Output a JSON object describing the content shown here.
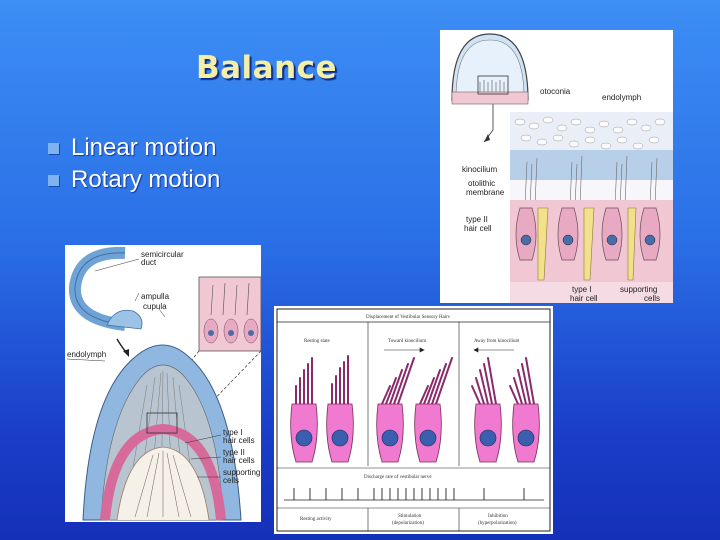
{
  "slide": {
    "title": "Balance",
    "bullets": [
      "Linear motion",
      "Rotary motion"
    ]
  },
  "figure_top_right": {
    "labels": {
      "otoconia": "otoconia",
      "endolymph": "endolymph",
      "kinocilium": "kinocilium",
      "otolithic_membrane_1": "otolithic",
      "otolithic_membrane_2": "membrane",
      "type2_1": "type II",
      "type2_2": "hair cell",
      "type1_1": "type I",
      "type1_2": "hair cell",
      "supporting_1": "supporting",
      "supporting_2": "cells"
    }
  },
  "figure_left": {
    "labels": {
      "semicircular_1": "semicircular",
      "semicircular_2": "duct",
      "ampulla": "ampulla",
      "cupula": "cupula",
      "endolymph": "endolymph",
      "type1_1": "type I",
      "type1_2": "hair cells",
      "type2_1": "type II",
      "type2_2": "hair cells",
      "supporting_1": "supporting",
      "supporting_2": "cells"
    }
  },
  "figure_bottom": {
    "header": "Displacement of Vestibular Sensory Hairs",
    "columns": [
      "Resting state",
      "Toward kinocilium",
      "Away from kinocilium"
    ],
    "discharge_label": "Discharge rate of vestibular nerve",
    "footer": [
      "Resting activity",
      "Stimulation",
      "(depolarization)",
      "Inhibition",
      "(hyperpolarization)"
    ]
  },
  "colors": {
    "title": "#f3efa6",
    "bullet": "#7fb3f0",
    "hair_cell": "#f07ad0",
    "endolymph_blue": "#9cc3e6",
    "tissue_pink": "#f1c7d3"
  }
}
